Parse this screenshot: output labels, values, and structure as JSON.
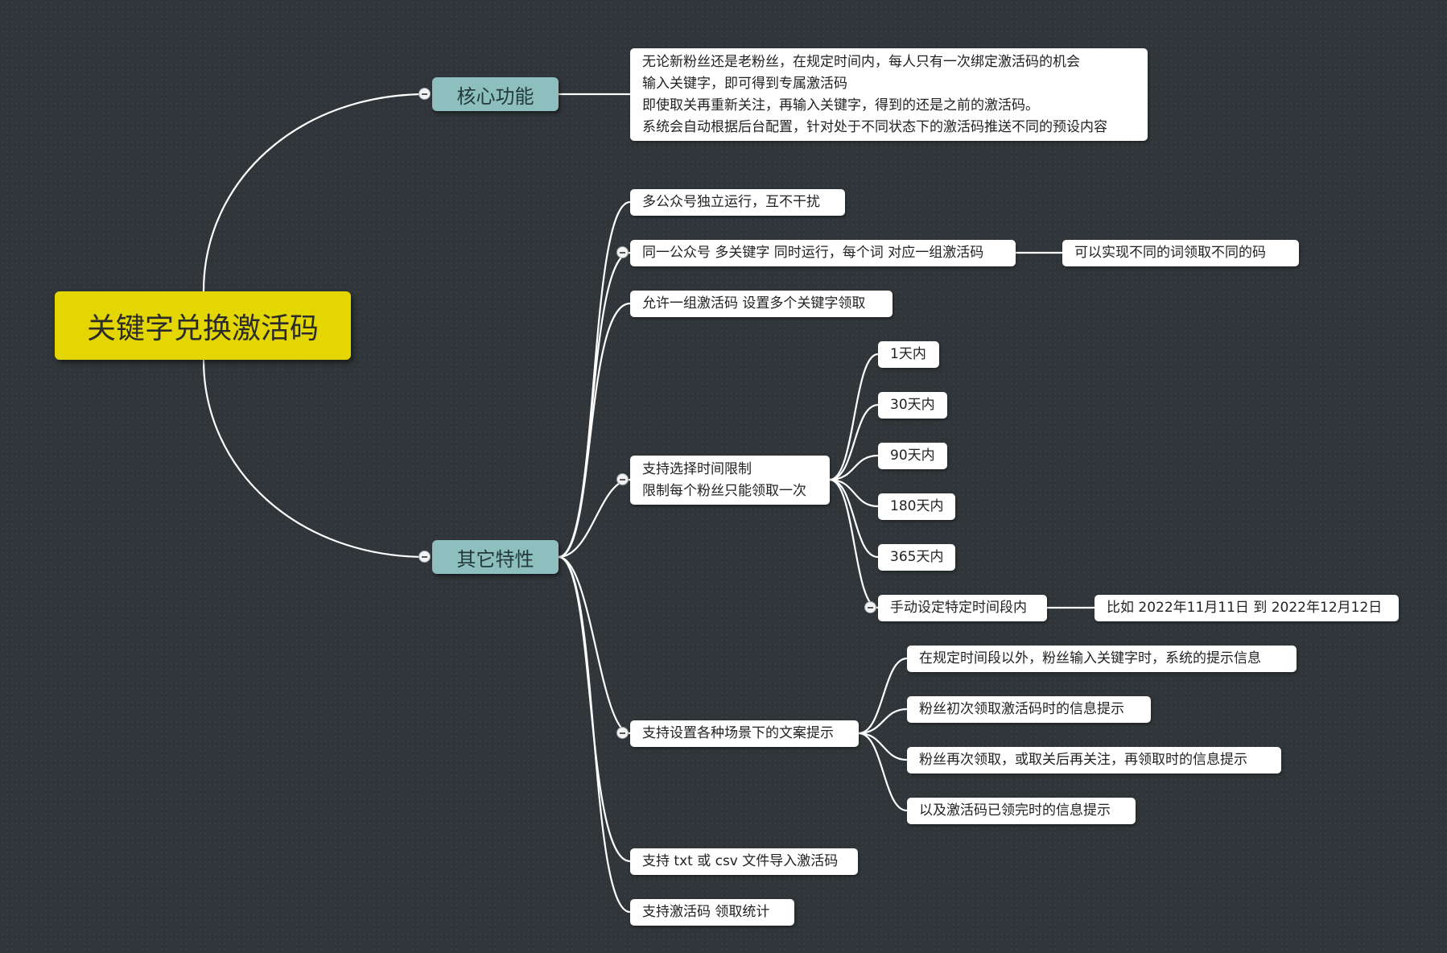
{
  "root": {
    "label": "关键字兑换激活码"
  },
  "core": {
    "label": "核心功能",
    "lines": [
      "无论新粉丝还是老粉丝，在规定时间内，每人只有一次绑定激活码的机会",
      "输入关键字，即可得到专属激活码",
      "即使取关再重新关注，再输入关键字，得到的还是之前的激活码。",
      "系统会自动根据后台配置，针对处于不同状态下的激活码推送不同的预设内容"
    ]
  },
  "other": {
    "label": "其它特性",
    "independent": "多公众号独立运行，互不干扰",
    "multi_keyword": "同一公众号 多关键字 同时运行，每个词 对应一组激活码",
    "multi_keyword_note": "可以实现不同的词领取不同的码",
    "one_group": "允许一组激活码 设置多个关键字领取",
    "time_limit": {
      "lines": [
        "支持选择时间限制",
        "限制每个粉丝只能领取一次"
      ],
      "options": [
        "1天内",
        "30天内",
        "90天内",
        "180天内",
        "365天内"
      ],
      "manual": "手动设定特定时间段内",
      "manual_example": "比如 2022年11月11日 到 2022年12月12日"
    },
    "prompts": {
      "label": "支持设置各种场景下的文案提示",
      "items": [
        "在规定时间段以外，粉丝输入关键字时，系统的提示信息",
        "粉丝初次领取激活码时的信息提示",
        "粉丝再次领取，或取关后再关注，再领取时的信息提示",
        "以及激活码已领完时的信息提示"
      ]
    },
    "import": "支持 txt 或 csv 文件导入激活码",
    "stats": "支持激活码 领取统计"
  }
}
